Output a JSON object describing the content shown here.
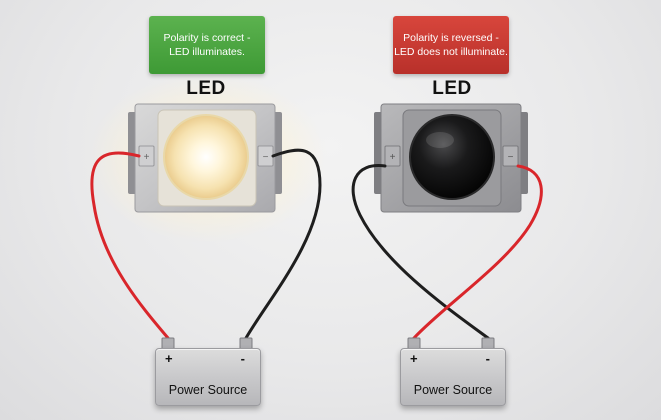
{
  "left_circuit": {
    "note_lines": [
      "Polarity is correct -",
      "LED illuminates."
    ],
    "led_label": "LED",
    "battery_label": "Power Source",
    "plus": "+",
    "minus": "-"
  },
  "right_circuit": {
    "note_lines": [
      "Polarity is reversed -",
      "LED does not illuminate."
    ],
    "led_label": "LED",
    "battery_label": "Power Source",
    "plus": "+",
    "minus": "-"
  },
  "colors": {
    "note_correct": "#4caf45",
    "note_reversed": "#c93a32",
    "wire_red": "#d9262b",
    "wire_black": "#1e1e1e",
    "led_glow": "#fff3cf"
  }
}
